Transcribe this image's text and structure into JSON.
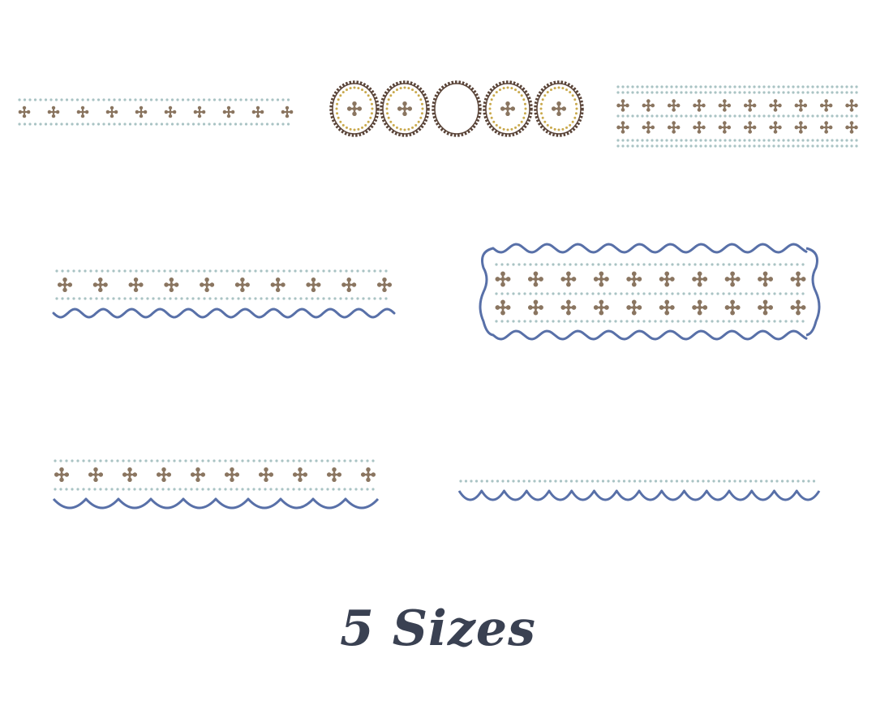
{
  "caption": "5 Sizes",
  "colors": {
    "background": "#ffffff",
    "caption": "#3a4152",
    "dot_row": "#a9c3c4",
    "fleur": "#8a7560",
    "scallop": "#5870a8",
    "oval_ring": "#5a4438",
    "oval_inner_dots": "#c9a94c"
  },
  "motifs": [
    {
      "name": "border-two-dot-rows-one-fleur-row",
      "fleur_rows": 1,
      "fleurs_per_row": 10,
      "edge": "none"
    },
    {
      "name": "oval-button-row",
      "ovals": 5,
      "empty_oval_position": 3
    },
    {
      "name": "border-four-dot-rows-two-fleur-rows",
      "fleur_rows": 2,
      "fleurs_per_row": 10,
      "edge": "none"
    },
    {
      "name": "border-fleur-row-wavy-bottom",
      "fleur_rows": 1,
      "fleurs_per_row": 10,
      "edge": "wave-bottom"
    },
    {
      "name": "scalloped-frame-two-fleur-rows",
      "fleur_rows": 2,
      "fleurs_per_row": 10,
      "edge": "wave-frame"
    },
    {
      "name": "border-fleur-row-scallop-bottom",
      "fleur_rows": 1,
      "fleurs_per_row": 10,
      "edge": "scallop-bottom"
    },
    {
      "name": "border-dot-row-scallop-bottom",
      "fleur_rows": 0,
      "fleurs_per_row": 0,
      "edge": "scallop-bottom"
    }
  ],
  "icons": {
    "fleur": "fleur-de-lis-icon",
    "oval": "oval-button-icon"
  }
}
